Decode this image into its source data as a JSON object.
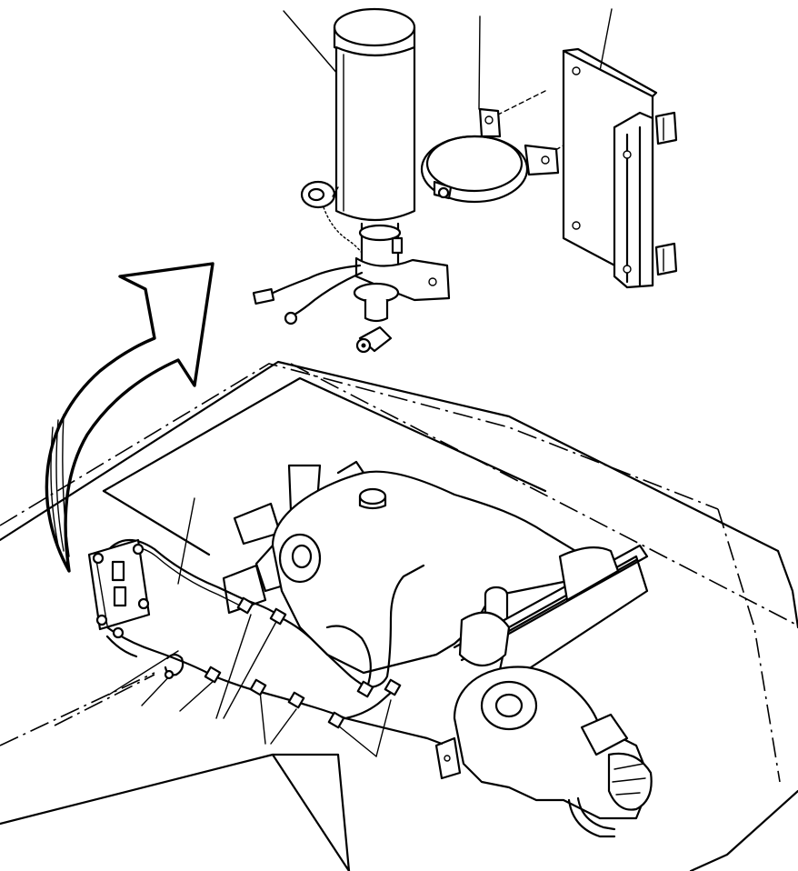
{
  "diagram": {
    "description_visible_text": [],
    "colors": {
      "ink": "#000000",
      "background": "#ffffff"
    },
    "parts": [
      {
        "id": "extinguisher-cylinder",
        "icon": "cylinder-icon"
      },
      {
        "id": "band-clamp",
        "icon": "clamp-icon"
      },
      {
        "id": "mounting-bracket",
        "icon": "bracket-icon"
      },
      {
        "id": "direction-arrow",
        "icon": "curved-arrow-icon"
      },
      {
        "id": "engine-assembly",
        "icon": "engine-icon"
      },
      {
        "id": "wiring-harness",
        "icon": "harness-icon"
      },
      {
        "id": "control-box",
        "icon": "box-icon"
      }
    ]
  }
}
